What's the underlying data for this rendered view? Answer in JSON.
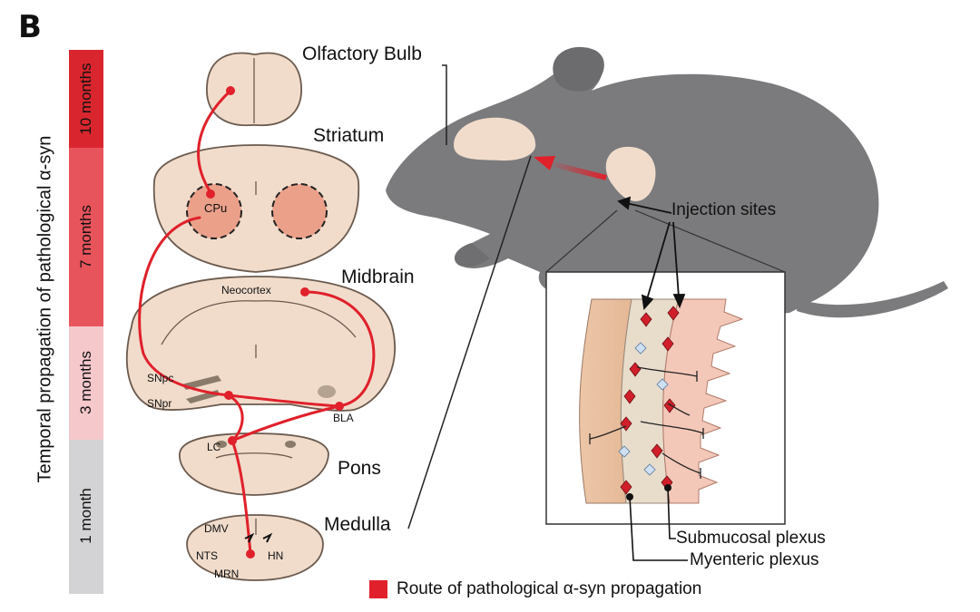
{
  "panel": {
    "letter": "B"
  },
  "timeline": {
    "title": "Temporal propagation of pathological α-syn",
    "segments": [
      {
        "label": "10 months",
        "color": "#d9262e"
      },
      {
        "label": "7 months",
        "color": "#e8545c"
      },
      {
        "label": "3 months",
        "color": "#f5c8cc"
      },
      {
        "label": "1 month",
        "color": "#d3d3d5"
      }
    ]
  },
  "regions": {
    "olfactory_bulb": "Olfactory Bulb",
    "striatum": "Striatum",
    "midbrain": "Midbrain",
    "pons": "Pons",
    "medulla": "Medulla"
  },
  "nuclei": {
    "cpu": "CPu",
    "neocortex": "Neocortex",
    "snpc": "SNpc",
    "snpr": "SNpr",
    "bla": "BLA",
    "lc": "LC",
    "dmv": "DMV",
    "nts": "NTS",
    "hn": "HN",
    "mrn": "MRN"
  },
  "annotations": {
    "injection_sites": "Injection sites",
    "submucosal_plexus": "Submucosal plexus",
    "myenteric_plexus": "Myenteric plexus"
  },
  "legend": {
    "label": "Route of pathological α-syn propagation",
    "color": "#e0202a"
  },
  "colors": {
    "tissue": "#f1dccb",
    "tissue_outline": "#6b5a4e",
    "route": "#e0202a",
    "mouse": "#7b7b7d",
    "striatum_fill": "#eba08a"
  }
}
